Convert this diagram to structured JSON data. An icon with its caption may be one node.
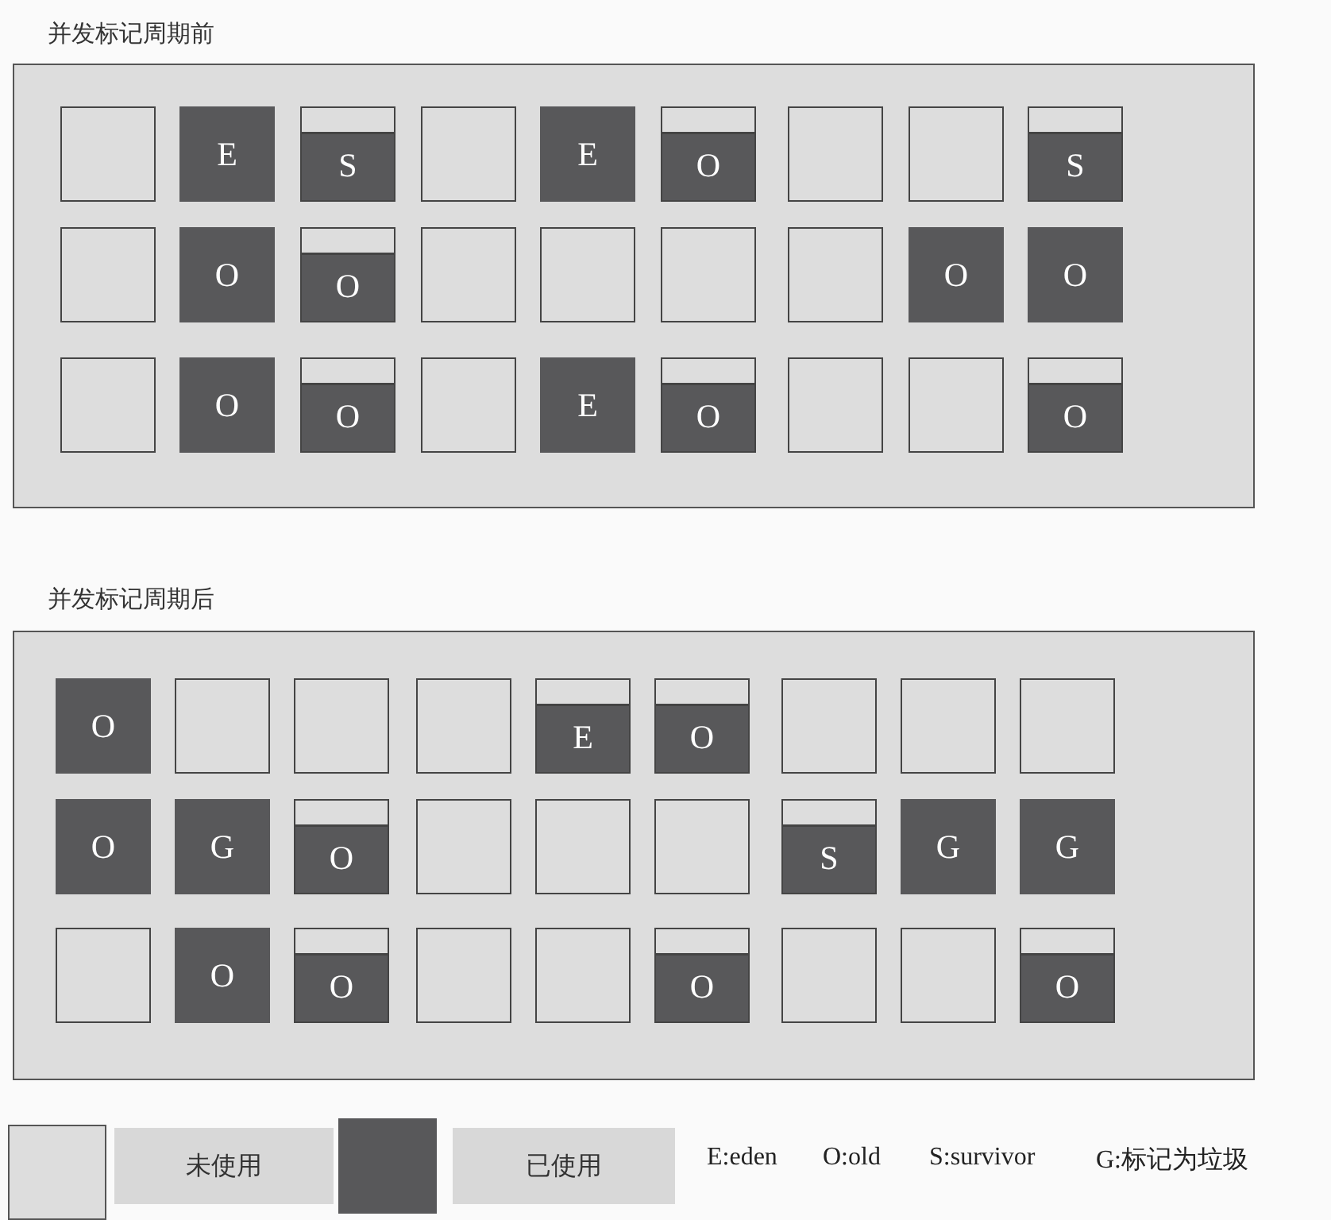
{
  "diagram": {
    "nodes": [
      {
        "text": [
          "并发标记周期前"
        ]
      },
      {
        "text": [],
        "shape": "box",
        "in": 0
      },
      {
        "text": [
          "E"
        ],
        "in": 0
      },
      {
        "text": [
          "S"
        ],
        "in": 0
      },
      {
        "text": [],
        "shape": "box",
        "in": 0
      },
      {
        "text": [
          "E"
        ],
        "in": 0
      },
      {
        "text": [
          "O"
        ],
        "in": 0
      },
      {
        "text": [],
        "shape": "box",
        "in": 0
      },
      {
        "text": [],
        "shape": "box",
        "in": 0
      },
      {
        "text": [
          "S"
        ],
        "in": 0
      },
      {
        "text": [],
        "shape": "box",
        "in": 0
      },
      {
        "text": [
          "O"
        ],
        "in": 0
      },
      {
        "text": [
          "O"
        ],
        "in": 0
      },
      {
        "text": [],
        "shape": "box",
        "in": 0
      },
      {
        "text": [],
        "shape": "box",
        "in": 0
      },
      {
        "text": [],
        "shape": "box",
        "in": 0
      },
      {
        "text": [],
        "shape": "box",
        "in": 0
      },
      {
        "text": [
          "O"
        ],
        "in": 0
      },
      {
        "text": [
          "O"
        ],
        "in": 0
      },
      {
        "text": [],
        "shape": "box",
        "in": 0
      },
      {
        "text": [
          "O"
        ],
        "in": 0
      },
      {
        "text": [
          "O"
        ],
        "in": 0
      },
      {
        "text": [],
        "shape": "box",
        "in": 0
      },
      {
        "text": [
          "E"
        ],
        "in": 0
      },
      {
        "text": [
          "O"
        ],
        "in": 0
      },
      {
        "text": [],
        "shape": "box",
        "in": 0
      },
      {
        "text": [],
        "shape": "box",
        "in": 0
      },
      {
        "text": [
          "O"
        ],
        "in": 0
      },
      {
        "text": [
          "并发标记周期后"
        ]
      },
      {
        "text": [
          "O"
        ],
        "in": 28
      },
      {
        "text": [],
        "shape": "box",
        "in": 28
      },
      {
        "text": [],
        "shape": "box",
        "in": 28
      },
      {
        "text": [],
        "shape": "box",
        "in": 28
      },
      {
        "text": [
          "E"
        ],
        "in": 28
      },
      {
        "text": [
          "O"
        ],
        "in": 28
      },
      {
        "text": [],
        "shape": "box",
        "in": 28
      },
      {
        "text": [],
        "shape": "box",
        "in": 28
      },
      {
        "text": [],
        "shape": "box",
        "in": 28
      },
      {
        "text": [
          "O"
        ],
        "in": 28
      },
      {
        "text": [
          "G"
        ],
        "in": 28
      },
      {
        "text": [
          "O"
        ],
        "in": 28
      },
      {
        "text": [],
        "shape": "box",
        "in": 28
      },
      {
        "text": [],
        "shape": "box",
        "in": 28
      },
      {
        "text": [],
        "shape": "box",
        "in": 28
      },
      {
        "text": [
          "S"
        ],
        "in": 28
      },
      {
        "text": [
          "G"
        ],
        "in": 28
      },
      {
        "text": [
          "G"
        ],
        "in": 28
      },
      {
        "text": [],
        "shape": "box",
        "in": 28
      },
      {
        "text": [
          "O"
        ],
        "in": 28
      },
      {
        "text": [
          "O"
        ],
        "in": 28
      },
      {
        "text": [],
        "shape": "box",
        "in": 28
      },
      {
        "text": [],
        "shape": "box",
        "in": 28
      },
      {
        "text": [
          "O"
        ],
        "in": 28
      },
      {
        "text": [],
        "shape": "box",
        "in": 28
      },
      {
        "text": [],
        "shape": "box",
        "in": 28
      },
      {
        "text": [
          "O"
        ],
        "in": 28
      }
    ],
    "labels": [
      "E:eden",
      "O:old",
      "S:survivor",
      "G:标记为垃圾"
    ],
    "legend": [
      {
        "text": "未使用",
        "color": "#dddddd"
      },
      {
        "text": "已使用",
        "color": "#58585a"
      }
    ]
  }
}
